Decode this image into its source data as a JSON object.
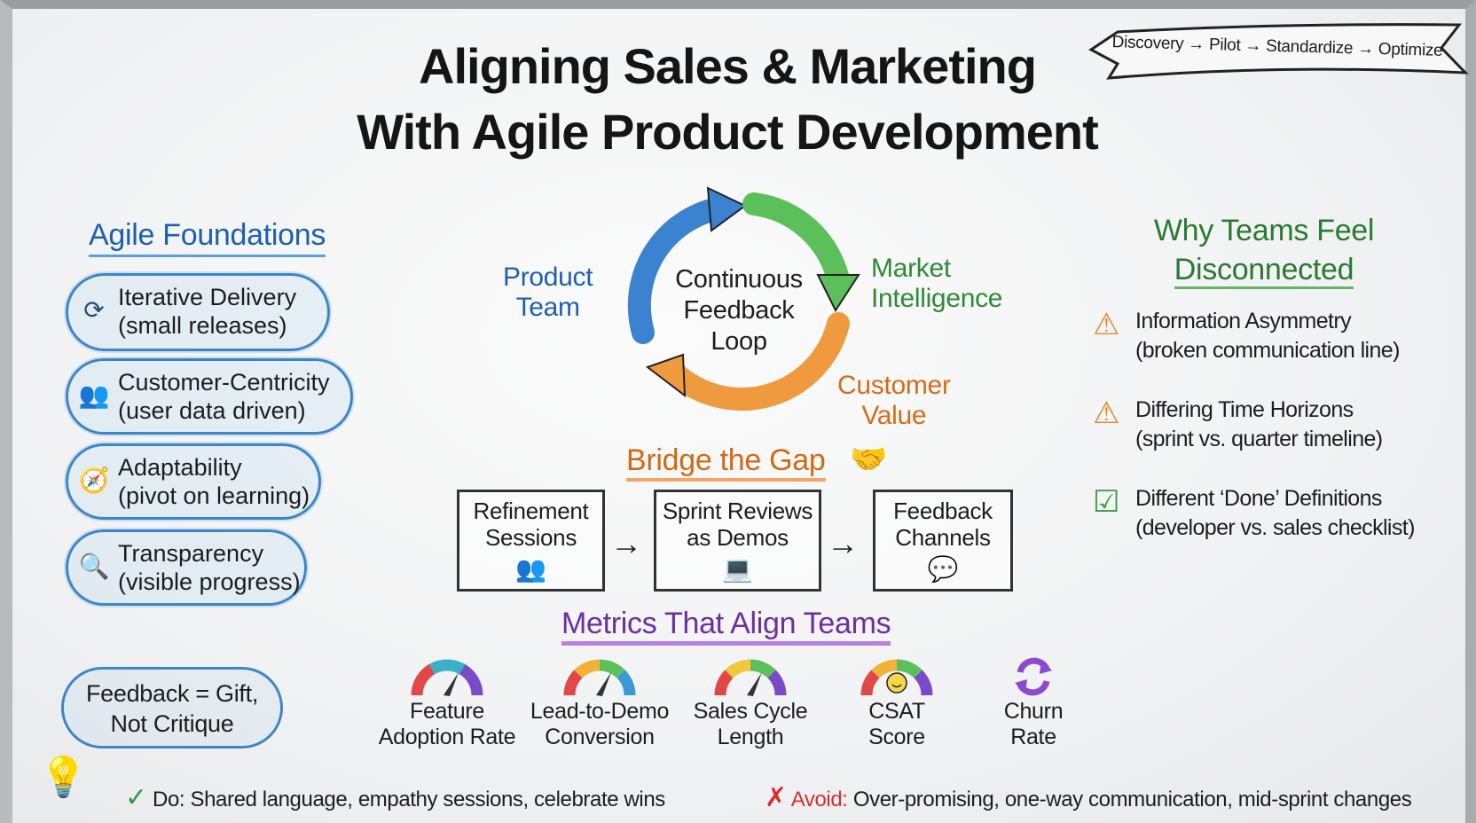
{
  "title": {
    "line1": "Aligning Sales & Marketing",
    "line2": "With Agile Product Development"
  },
  "banner": {
    "text": "Discovery → Pilot → Standardize → Optimize"
  },
  "agile_foundations": {
    "heading": "Agile Foundations",
    "items": [
      {
        "icon": "iteration-arrows-icon",
        "title": "Iterative Delivery",
        "sub": "(small releases)"
      },
      {
        "icon": "users-icon",
        "title": "Customer-Centricity",
        "sub": "(user data driven)"
      },
      {
        "icon": "compass-icon",
        "title": "Adaptability",
        "sub": "(pivot on learning)"
      },
      {
        "icon": "magnifier-icon",
        "title": "Transparency",
        "sub": "(visible progress)"
      }
    ],
    "callout": {
      "line1": "Feedback = Gift,",
      "line2": "Not Critique"
    }
  },
  "cycle": {
    "center": {
      "line1": "Continuous",
      "line2": "Feedback",
      "line3": "Loop"
    },
    "product": {
      "line1": "Product",
      "line2": "Team"
    },
    "market": {
      "line1": "Market",
      "line2": "Intelligence"
    },
    "customer": {
      "line1": "Customer",
      "line2": "Value"
    },
    "colors": {
      "blue": "#3b82d0",
      "green": "#5bbf5a",
      "orange": "#f09a40"
    }
  },
  "bridge": {
    "heading": "Bridge the Gap",
    "steps": [
      {
        "line1": "Refinement",
        "line2": "Sessions",
        "icon": "meeting-icon"
      },
      {
        "line1": "Sprint Reviews",
        "line2": "as Demos",
        "icon": "laptop-icon"
      },
      {
        "line1": "Feedback",
        "line2": "Channels",
        "icon": "chat-bubbles-icon"
      }
    ]
  },
  "metrics": {
    "heading": "Metrics That Align Teams",
    "items": [
      {
        "line1": "Feature",
        "line2": "Adoption Rate",
        "icon": "gauge-icon",
        "colors": [
          "#e04848",
          "#3cb0c8",
          "#7a4bc8"
        ]
      },
      {
        "line1": "Lead-to-Demo",
        "line2": "Conversion",
        "icon": "gauge-icon",
        "colors": [
          "#e04848",
          "#f2b23a",
          "#5bbf5a",
          "#3a9ad8"
        ]
      },
      {
        "line1": "Sales Cycle",
        "line2": "Length",
        "icon": "gauge-icon",
        "colors": [
          "#e04848",
          "#f2c83a",
          "#5bbf5a",
          "#7a4bc8"
        ]
      },
      {
        "line1": "CSAT",
        "line2": "Score",
        "icon": "smiley-gauge-icon",
        "colors": [
          "#e04848",
          "#f2b23a",
          "#5bbf5a",
          "#7a4bc8"
        ]
      },
      {
        "line1": "Churn",
        "line2": "Rate",
        "icon": "refresh-arrows-icon",
        "colors": [
          "#8a4bd0"
        ]
      }
    ]
  },
  "why": {
    "heading_line1": "Why Teams Feel",
    "heading_line2": "Disconnected",
    "items": [
      {
        "icon": "warning-icon",
        "title": "Information Asymmetry",
        "sub": "(broken communication line)"
      },
      {
        "icon": "warning-icon",
        "title": "Differing Time Horizons",
        "sub": "(sprint vs. quarter timeline)"
      },
      {
        "icon": "checkbox-icon",
        "title": "Different ‘Done’ Definitions",
        "sub": "(developer vs. sales checklist)"
      }
    ]
  },
  "footer": {
    "do_label": "Do:",
    "do_text": "Shared language, empathy sessions, celebrate wins",
    "avoid_label": "Avoid:",
    "avoid_text": "Over-promising, one-way communication, mid-sprint changes"
  }
}
